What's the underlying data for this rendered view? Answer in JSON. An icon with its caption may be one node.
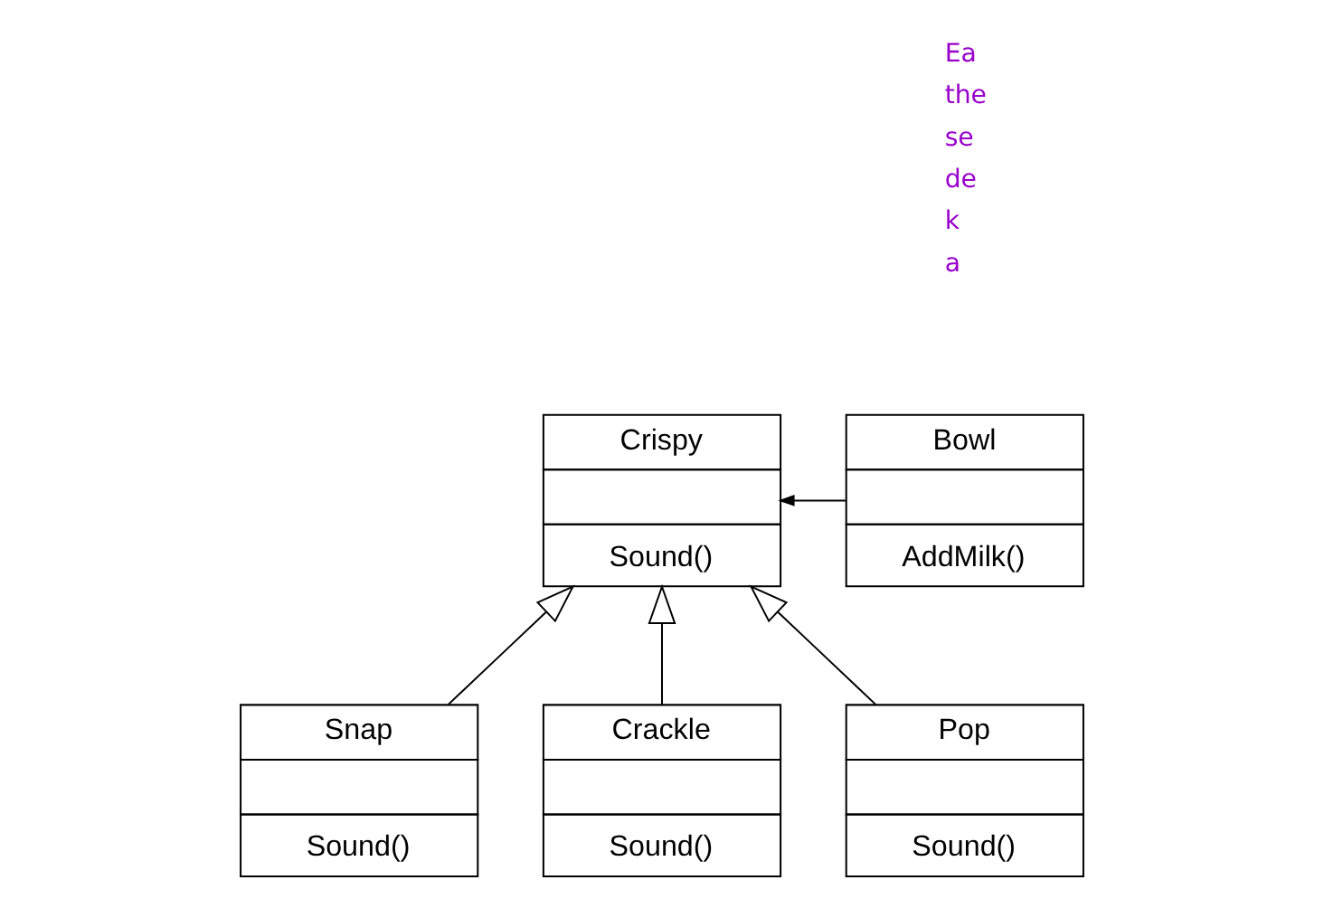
{
  "diagram": {
    "nodes": [
      {
        "text": [
          "Crispy",
          "Sound()"
        ]
      },
      {
        "text": [
          "Bowl",
          "AddMilk()"
        ]
      },
      {
        "text": [
          "Snap",
          "Sound()"
        ]
      },
      {
        "text": [
          "Crackle",
          "Sound()"
        ]
      },
      {
        "text": [
          "Pop",
          "Sound()"
        ]
      }
    ],
    "edges": [
      {
        "from": 1,
        "to": 0,
        "arrow": "to"
      },
      {
        "from": 2,
        "to": 0,
        "arrow": "to"
      },
      {
        "from": 3,
        "to": 0,
        "arrow": "to"
      },
      {
        "from": 4,
        "to": 0,
        "arrow": "to"
      }
    ],
    "labels": [
      "Ea",
      "the",
      "se",
      "de",
      "k",
      "a"
    ]
  }
}
